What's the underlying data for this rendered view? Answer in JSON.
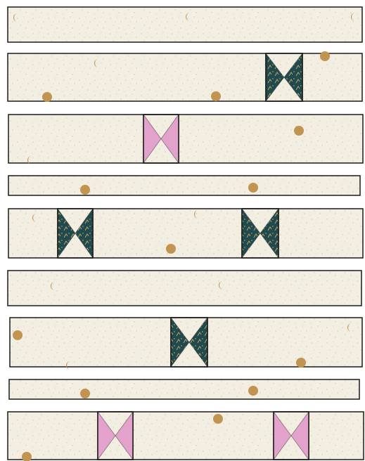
{
  "colors": {
    "background_fabric": "#f2eee2",
    "speckle": "#d7c79a",
    "dot": "#c29451",
    "moon": "#c29451",
    "teal_fabric": "#1f4a4f",
    "teal_accent": "#d0a55b",
    "pink_fabric": "#e3a2cb",
    "outline": "#1a1a1a"
  },
  "icons": [
    "moon-icon",
    "dot-icon"
  ],
  "quilt": {
    "row_count": 9,
    "rows": [
      {
        "name": "row-1",
        "bowties": []
      },
      {
        "name": "row-2",
        "bowties": [
          "teal"
        ]
      },
      {
        "name": "row-3",
        "bowties": [
          "pink"
        ]
      },
      {
        "name": "row-4",
        "bowties": []
      },
      {
        "name": "row-5",
        "bowties": [
          "teal",
          "teal"
        ]
      },
      {
        "name": "row-6",
        "bowties": []
      },
      {
        "name": "row-7",
        "bowties": [
          "teal"
        ]
      },
      {
        "name": "row-8",
        "bowties": []
      },
      {
        "name": "row-9",
        "bowties": [
          "pink",
          "pink"
        ]
      }
    ]
  }
}
